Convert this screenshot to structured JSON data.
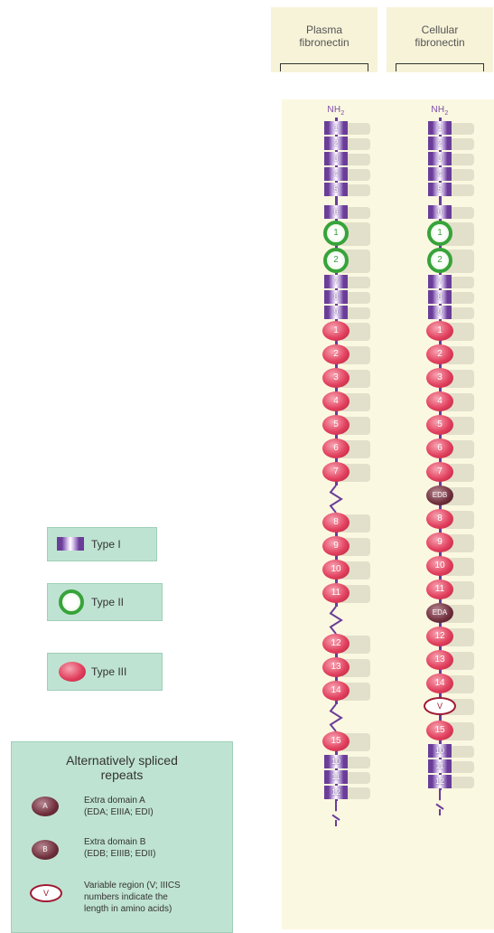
{
  "columns": [
    {
      "title_line1": "Plasma",
      "title_line2": "fibronectin"
    },
    {
      "title_line1": "Cellular",
      "title_line2": "fibronectin"
    }
  ],
  "terminus": {
    "label": "NH",
    "sub": "2"
  },
  "plasma_modules": [
    {
      "kind": "t1",
      "label": "1"
    },
    {
      "kind": "t1",
      "label": "2"
    },
    {
      "kind": "t1",
      "label": "3"
    },
    {
      "kind": "t1",
      "label": "4"
    },
    {
      "kind": "t1",
      "label": "5"
    },
    {
      "kind": "gap"
    },
    {
      "kind": "t1",
      "label": "6"
    },
    {
      "kind": "t2",
      "label": "1"
    },
    {
      "kind": "t2",
      "label": "2"
    },
    {
      "kind": "t1",
      "label": "7"
    },
    {
      "kind": "t1",
      "label": "8"
    },
    {
      "kind": "t1",
      "label": "9"
    },
    {
      "kind": "t3",
      "label": "1"
    },
    {
      "kind": "t3",
      "label": "2"
    },
    {
      "kind": "t3",
      "label": "3"
    },
    {
      "kind": "t3",
      "label": "4"
    },
    {
      "kind": "t3",
      "label": "5"
    },
    {
      "kind": "t3",
      "label": "6"
    },
    {
      "kind": "t3",
      "label": "7"
    },
    {
      "kind": "wave"
    },
    {
      "kind": "t3",
      "label": "8"
    },
    {
      "kind": "t3",
      "label": "9"
    },
    {
      "kind": "t3",
      "label": "10"
    },
    {
      "kind": "t3",
      "label": "11"
    },
    {
      "kind": "wave"
    },
    {
      "kind": "t3",
      "label": "12"
    },
    {
      "kind": "t3",
      "label": "13"
    },
    {
      "kind": "t3",
      "label": "14"
    },
    {
      "kind": "wave"
    },
    {
      "kind": "t3",
      "label": "15"
    },
    {
      "kind": "t1",
      "label": "10"
    },
    {
      "kind": "t1",
      "label": "11"
    },
    {
      "kind": "t1",
      "label": "12"
    },
    {
      "kind": "tail"
    }
  ],
  "cellular_modules": [
    {
      "kind": "t1",
      "label": "1"
    },
    {
      "kind": "t1",
      "label": "2"
    },
    {
      "kind": "t1",
      "label": "3"
    },
    {
      "kind": "t1",
      "label": "4"
    },
    {
      "kind": "t1",
      "label": "5"
    },
    {
      "kind": "gap"
    },
    {
      "kind": "t1",
      "label": "6"
    },
    {
      "kind": "t2",
      "label": "1"
    },
    {
      "kind": "t2",
      "label": "2"
    },
    {
      "kind": "t1",
      "label": "7"
    },
    {
      "kind": "t1",
      "label": "8"
    },
    {
      "kind": "t1",
      "label": "9"
    },
    {
      "kind": "t3",
      "label": "1"
    },
    {
      "kind": "t3",
      "label": "2"
    },
    {
      "kind": "t3",
      "label": "3"
    },
    {
      "kind": "t3",
      "label": "4"
    },
    {
      "kind": "t3",
      "label": "5"
    },
    {
      "kind": "t3",
      "label": "6"
    },
    {
      "kind": "t3",
      "label": "7"
    },
    {
      "kind": "eda",
      "label": "EDB"
    },
    {
      "kind": "t3",
      "label": "8"
    },
    {
      "kind": "t3",
      "label": "9"
    },
    {
      "kind": "t3",
      "label": "10"
    },
    {
      "kind": "t3",
      "label": "11"
    },
    {
      "kind": "eda",
      "label": "EDA"
    },
    {
      "kind": "t3",
      "label": "12"
    },
    {
      "kind": "t3",
      "label": "13"
    },
    {
      "kind": "t3",
      "label": "14"
    },
    {
      "kind": "vreg",
      "label": "V"
    },
    {
      "kind": "t3",
      "label": "15"
    },
    {
      "kind": "t1",
      "label": "10"
    },
    {
      "kind": "t1",
      "label": "11"
    },
    {
      "kind": "t1",
      "label": "12"
    },
    {
      "kind": "tail"
    }
  ],
  "legend": {
    "type1": "Type I",
    "type2": "Type II",
    "type3": "Type III",
    "alt_title_line1": "Alternatively spliced",
    "alt_title_line2": "repeats",
    "eda_icon": "A",
    "edb_icon": "B",
    "v_icon": "V",
    "eda_line1": "Extra domain A",
    "eda_line2": "(EDA; EIIIA; EDI)",
    "edb_line1": "Extra domain B",
    "edb_line2": "(EDB; EIIIB; EDII)",
    "v_line1": "Variable region (V; IIICS",
    "v_line2": "numbers indicate the",
    "v_line3": "length in amino acids)"
  },
  "colors": {
    "type1": "#6a3d99",
    "type2": "#37a33a",
    "type3": "#e2425f",
    "legend_bg": "#bfe3d2",
    "panel_bg": "#fbf8e1"
  }
}
